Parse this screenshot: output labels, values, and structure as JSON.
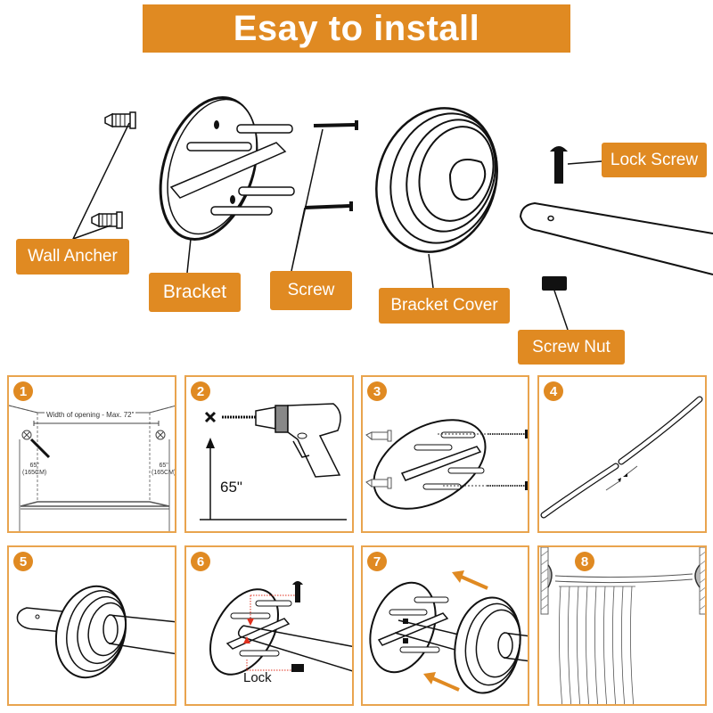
{
  "title": "Esay to install",
  "parts": {
    "wall_anchor": "Wall Ancher",
    "bracket": "Bracket",
    "screw": "Screw",
    "bracket_cover": "Bracket Cover",
    "lock_screw": "Lock Screw",
    "screw_nut": "Screw Nut"
  },
  "steps": [
    {
      "number": "1",
      "width_label": "Width of opening - Max. 72\"",
      "height_left": "65\"",
      "height_left_cm": "(165CM)",
      "height_right": "65\"",
      "height_right_cm": "(165CM)"
    },
    {
      "number": "2",
      "height_label": "65\""
    },
    {
      "number": "3"
    },
    {
      "number": "4"
    },
    {
      "number": "5"
    },
    {
      "number": "6",
      "lock_label": "Lock"
    },
    {
      "number": "7"
    },
    {
      "number": "8"
    }
  ],
  "colors": {
    "accent": "#e08a22",
    "panel_border": "#e9a44e",
    "guide_red": "#e0301e"
  }
}
